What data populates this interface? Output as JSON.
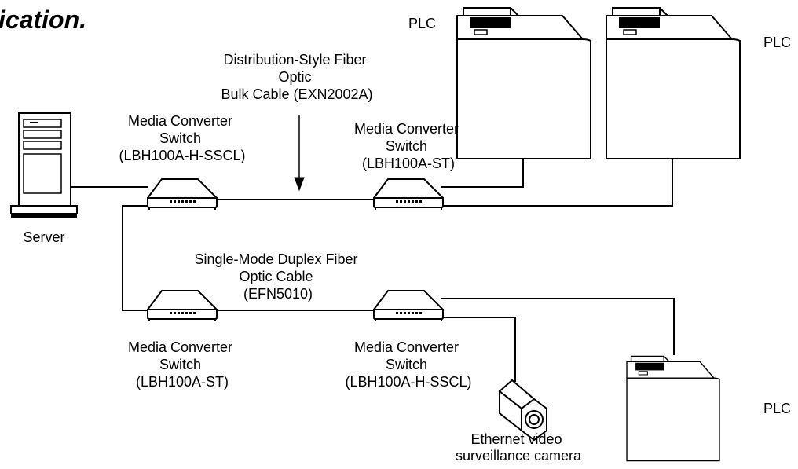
{
  "title_fragment": "ication.",
  "devices": {
    "plc_top_left": {
      "label": "PLC"
    },
    "plc_top_right": {
      "label": "PLC"
    },
    "plc_bottom_right": {
      "label": "PLC"
    },
    "server": {
      "label": "Server"
    },
    "switch_top_left": {
      "lines": [
        "Media Converter",
        "Switch",
        "(LBH100A-H-SSCL)"
      ]
    },
    "switch_top_right": {
      "lines": [
        "Media Converter",
        "Switch",
        "(LBH100A-ST)"
      ]
    },
    "switch_bottom_left": {
      "lines": [
        "Media Converter",
        "Switch",
        "(LBH100A-ST)"
      ]
    },
    "switch_bottom_right": {
      "lines": [
        "Media Converter",
        "Switch",
        "(LBH100A-H-SSCL)"
      ]
    },
    "camera": {
      "lines": [
        "Ethernet video",
        "surveillance camera"
      ]
    }
  },
  "cables": {
    "distribution": {
      "lines": [
        "Distribution-Style Fiber",
        "Optic",
        "Bulk Cable (EXN2002A)"
      ]
    },
    "single_mode": {
      "lines": [
        "Single-Mode Duplex Fiber",
        "Optic Cable",
        "(EFN5010)"
      ]
    }
  }
}
